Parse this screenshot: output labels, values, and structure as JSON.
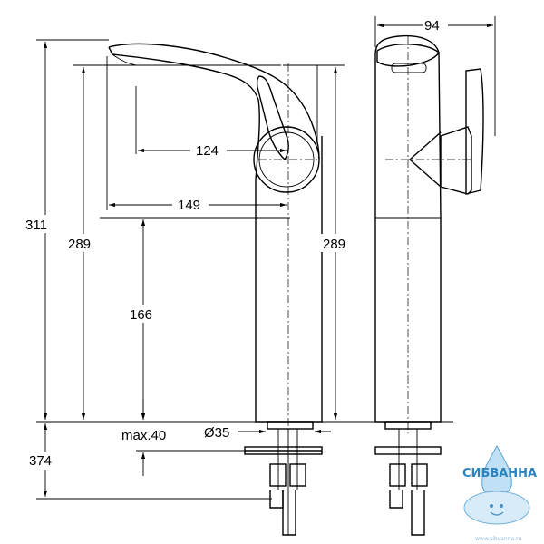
{
  "dimensions": {
    "total_height": "311",
    "left_inner_height": "289",
    "right_inner_height": "289",
    "spout_reach_124": "124",
    "spout_reach_149": "149",
    "outlet_height": "166",
    "max_deck": "max.40",
    "diameter": "Ø35",
    "hose_length": "374",
    "side_width": "94"
  },
  "logo": {
    "name": "СИБВАННА",
    "url": "www.sibvanna.ru"
  }
}
